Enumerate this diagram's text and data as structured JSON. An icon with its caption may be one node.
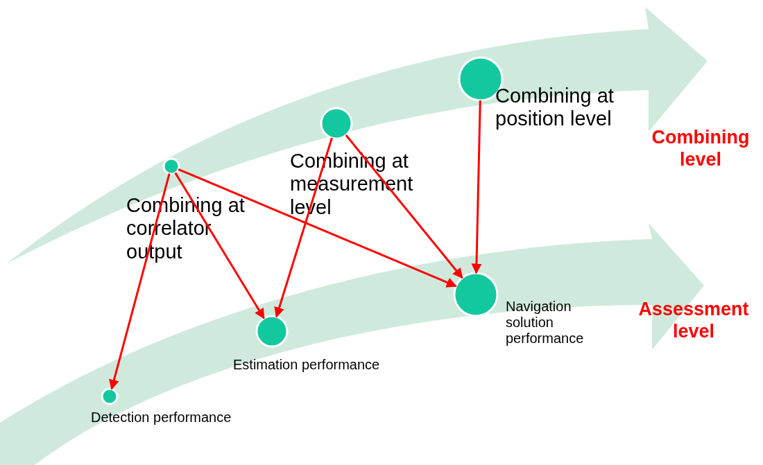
{
  "diagram": {
    "nodes": [
      {
        "text": [
          "Combining at correlator output"
        ]
      },
      {
        "text": [
          "Combining at measurement level"
        ]
      },
      {
        "text": [
          "Combining at position level"
        ]
      },
      {
        "text": [
          "Detection performance"
        ]
      },
      {
        "text": [
          "Estimation performance"
        ]
      },
      {
        "text": [
          "Navigation solution performance"
        ]
      }
    ],
    "edges": [
      {
        "from": 0,
        "to": 3,
        "arrow": "to"
      },
      {
        "from": 0,
        "to": 4,
        "arrow": "to"
      },
      {
        "from": 0,
        "to": 5,
        "arrow": "to"
      },
      {
        "from": 1,
        "to": 4,
        "arrow": "to"
      },
      {
        "from": 1,
        "to": 5,
        "arrow": "to"
      },
      {
        "from": 2,
        "to": 5,
        "arrow": "to"
      }
    ],
    "labels": [
      "Combining level",
      "Assessment level"
    ]
  }
}
